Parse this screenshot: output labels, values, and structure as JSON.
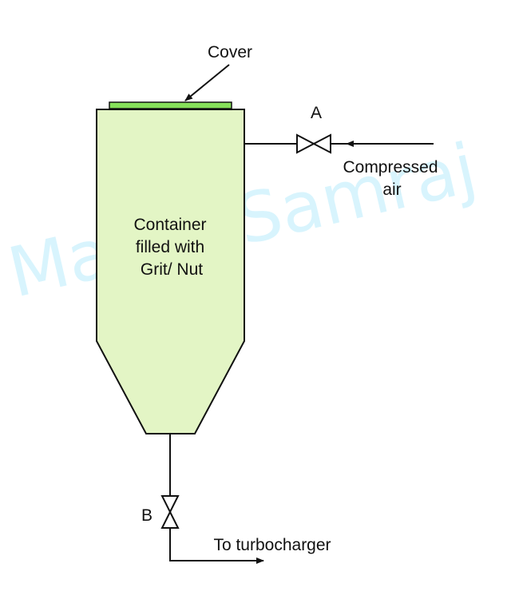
{
  "labels": {
    "cover": "Cover",
    "valve_a": "A",
    "compressed_air_line1": "Compressed",
    "compressed_air_line2": "air",
    "container_line1": "Container",
    "container_line2": "filled with",
    "container_line3": "Grit/ Nut",
    "valve_b": "B",
    "outlet": "To turbocharger"
  },
  "watermark": "MarineSamraj",
  "colors": {
    "container_fill": "#e3f5c5",
    "cover_fill": "#86e05a",
    "stroke": "#111111",
    "watermark": "#bfeefc"
  }
}
